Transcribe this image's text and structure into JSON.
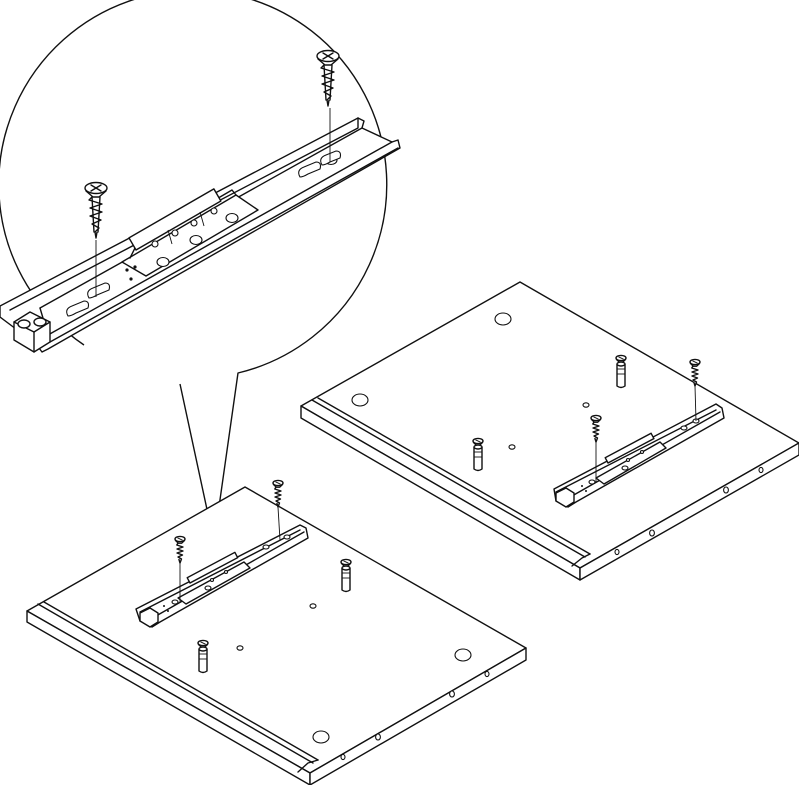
{
  "figure": {
    "colors": {
      "ink": "#111111",
      "paper": "#ffffff"
    },
    "callout": {
      "parts": [
        "drawer-slide-rail",
        "wood-screw",
        "wood-screw"
      ]
    },
    "panels": [
      {
        "id": "front-left-panel",
        "parts": [
          "drawer-slide-rail",
          "wood-screw",
          "wood-screw",
          "wood-dowel",
          "wood-dowel"
        ]
      },
      {
        "id": "back-right-panel",
        "parts": [
          "drawer-slide-rail",
          "wood-screw",
          "wood-screw",
          "wood-dowel",
          "wood-dowel"
        ]
      }
    ]
  }
}
